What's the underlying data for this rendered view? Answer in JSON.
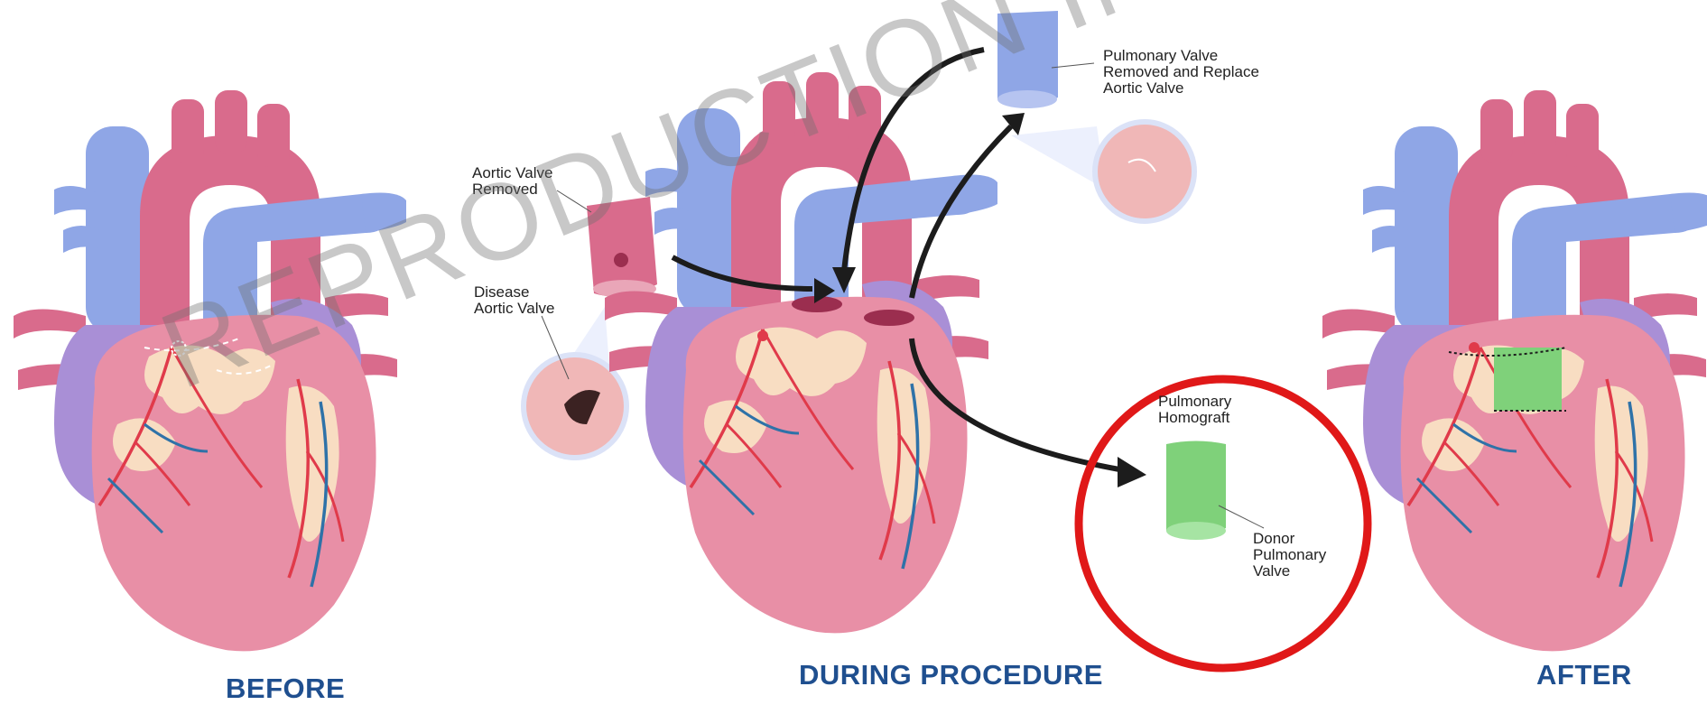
{
  "stages": {
    "before": "BEFORE",
    "during": "DURING PROCEDURE",
    "after": "AFTER"
  },
  "labels": {
    "aortic_removed": "Aortic Valve\nRemoved",
    "disease_aortic": "Disease\nAortic Valve",
    "pulmonary_removed": "Pulmonary Valve\nRemoved and Replace\nAortic Valve",
    "pulmonary_homograft": "Pulmonary\nHomograft",
    "donor_valve": "Donor\nPulmonary\nValve"
  },
  "watermark": "REPRODUCTION INTERDITE",
  "colors": {
    "aorta": "#d96b8c",
    "vein": "#8fa6e6",
    "atrium": "#a98fd6",
    "ventricle": "#e88fa6",
    "fat": "#f8ddc2",
    "artery": "#e03a4a",
    "vessel_blue": "#2f72a8",
    "homograft": "#7fd17a",
    "highlight_circle": "#e01818",
    "title": "#1f4f8f"
  }
}
